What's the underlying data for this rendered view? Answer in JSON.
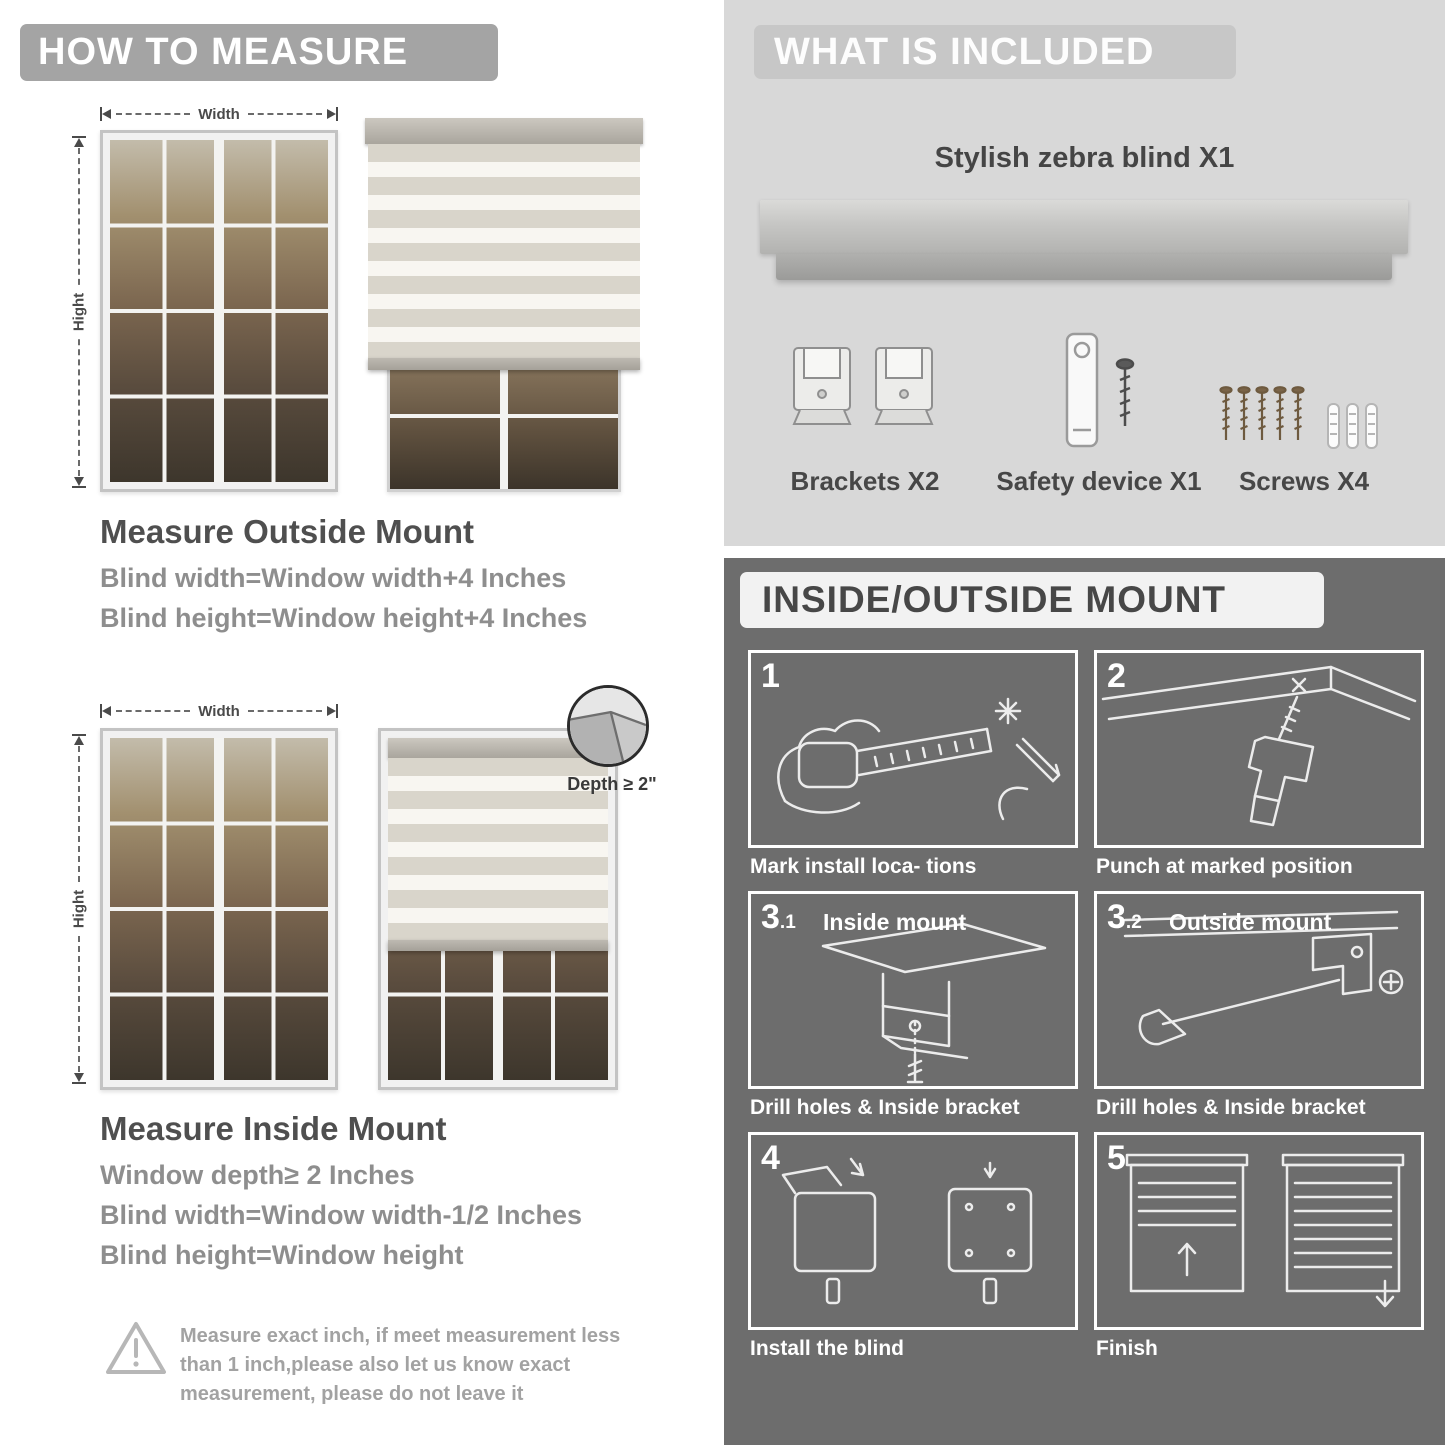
{
  "colors": {
    "left_header_bg": "#a4a4a4",
    "included_section_bg": "#d8d8d8",
    "included_band_bg": "#c7c7c7",
    "mount_section_bg": "#6d6d6d",
    "mount_band_bg": "#f2f2f2",
    "heading_text": "#4f4f4f",
    "body_text": "#8e8e8e",
    "caption_text": "#ffffff"
  },
  "how_to_measure": {
    "header": "HOW TO MEASURE",
    "outside": {
      "width_label": "Width",
      "height_label": "Hight",
      "title": "Measure Outside Mount",
      "lines": [
        "Blind width=Window width+4 Inches",
        "Blind height=Window height+4 Inches"
      ]
    },
    "inside": {
      "width_label": "Width",
      "height_label": "Hight",
      "depth_label": "Depth ≥ 2\"",
      "title": "Measure Inside Mount",
      "lines": [
        "Window depth≥ 2 Inches",
        "Blind width=Window width-1/2 Inches",
        "Blind height=Window height"
      ]
    },
    "warning": "Measure exact inch, if meet measurement less than 1 inch,please also let us know exact measurement, please do not leave it"
  },
  "included": {
    "header": "WHAT IS INCLUDED",
    "product": "Stylish zebra blind X1",
    "items": [
      {
        "label": "Brackets X2",
        "icon": "brackets-icon"
      },
      {
        "label": "Safety device X1",
        "icon": "safety-device-icon"
      },
      {
        "label": "Screws X4",
        "icon": "screws-icon"
      }
    ]
  },
  "mount_steps": {
    "header": "INSIDE/OUTSIDE MOUNT",
    "steps": [
      {
        "num": "1",
        "sub": "",
        "title": "",
        "caption": "Mark install loca- tions"
      },
      {
        "num": "2",
        "sub": "",
        "title": "",
        "caption": "Punch at  marked position"
      },
      {
        "num": "3",
        "sub": ".1",
        "title": "Inside mount",
        "caption": "Drill holes &  Inside bracket"
      },
      {
        "num": "3",
        "sub": ".2",
        "title": "Outside mount",
        "caption": "Drill holes &  Inside bracket"
      },
      {
        "num": "4",
        "sub": "",
        "title": "",
        "caption": "Install the blind"
      },
      {
        "num": "5",
        "sub": "",
        "title": "",
        "caption": "Finish"
      }
    ]
  }
}
